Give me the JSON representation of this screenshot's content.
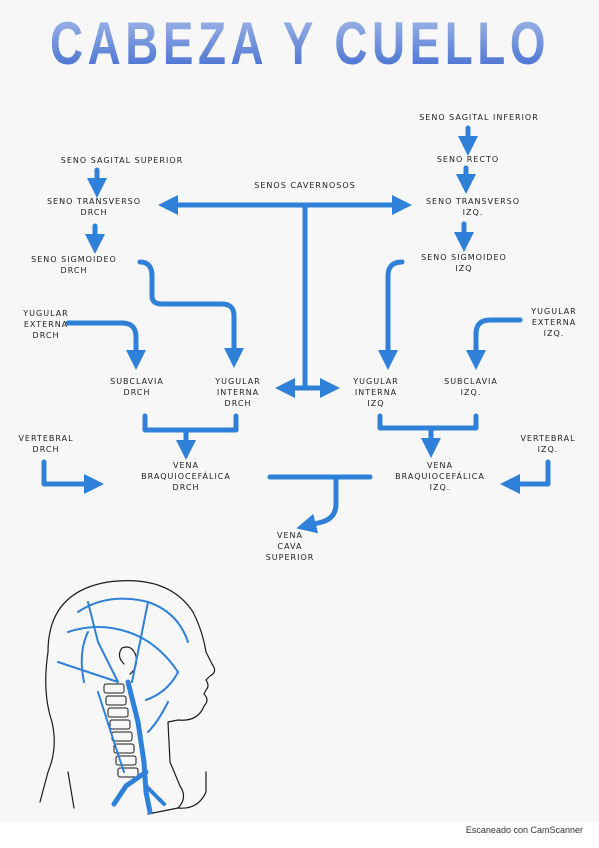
{
  "title": "CABEZA Y CUELLO",
  "colors": {
    "ink": "#222222",
    "vein_blue": "#2f80d8",
    "title_top": "#9fb4e6",
    "title_bottom": "#3f6fd0"
  },
  "labels": {
    "seno_sagital_inferior": "SENO SAGITAL INFERIOR",
    "seno_recto": "SENO RECTO",
    "seno_sagital_superior": "SENO SAGITAL SUPERIOR",
    "senos_cavernosos": "SENOS CAVERNOSOS",
    "seno_transverso_drch": "SENO TRANSVERSO\nDRCH",
    "seno_transverso_izq": "SENO TRANSVERSO\nIZQ.",
    "seno_sigmoideo_drch": "SENO SIGMOIDEO\nDRCH",
    "seno_sigmoideo_izq": "SENO SIGMOIDEO\nIZQ",
    "yugular_externa_drch": "YUGULAR\nEXTERNA\nDRCH",
    "yugular_externa_izq": "YUGULAR\nEXTERNA\nIZQ.",
    "subclavia_drch": "SUBCLAVIA\nDRCH",
    "yugular_interna_drch": "YUGULAR\nINTERNA\nDRCH",
    "yugular_interna_izq": "YUGULAR\nINTERNA\nIZQ",
    "subclavia_izq": "SUBCLAVIA\nIZQ.",
    "vertebral_drch": "VERTEBRAL\nDRCH",
    "vertebral_izq": "VERTEBRAL\nIZQ.",
    "vena_braquiocefalica_drch": "VENA\nBRAQUIOCEFÁLICA\nDRCH",
    "vena_braquiocefalica_izq": "VENA\nBRAQUIOCEFÁLICA\nIZQ.",
    "vena_cava_superior": "VENA\nCAVA\nSUPERIOR"
  },
  "footer": "Escaneado con CamScanner"
}
